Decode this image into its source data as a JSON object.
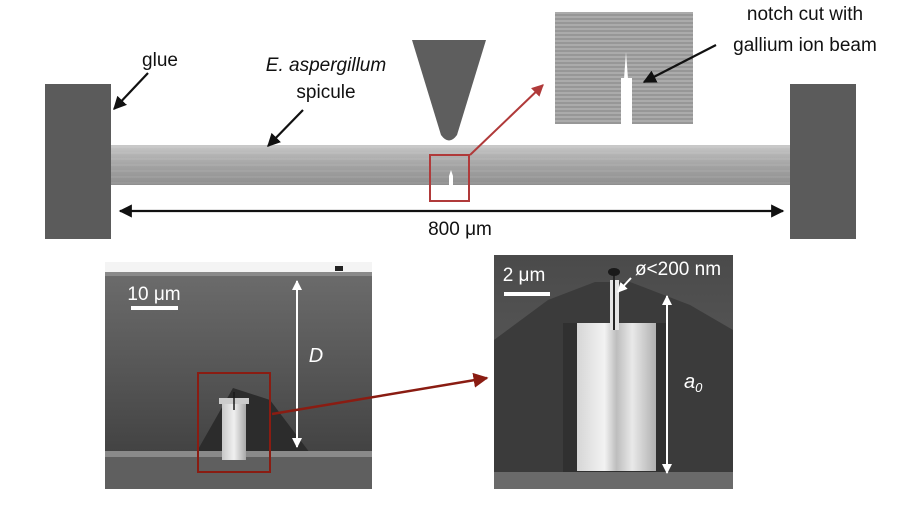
{
  "labels": {
    "glue": "glue",
    "species": "E. aspergillum",
    "spicule": "spicule",
    "notch_line1": "notch cut with",
    "notch_line2": "gallium ion beam",
    "length": "800 μm",
    "scale_left": "10 μm",
    "depth": "D",
    "scale_right": "2 μm",
    "tip_diameter": "ø<200 nm",
    "notch_length": "a",
    "notch_length_sub": "0"
  },
  "colors": {
    "grip": "#5b5b5b",
    "spicule": "#a9a9a9",
    "indenter": "#5e5e5e",
    "highlight_box": "#b03a3a",
    "micrograph_box": "#8a1c12",
    "arrow": "#111111"
  }
}
